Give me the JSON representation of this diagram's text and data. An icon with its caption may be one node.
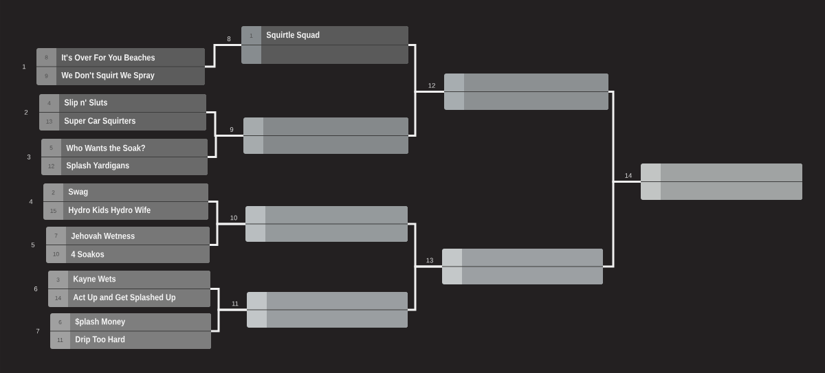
{
  "diagram": {
    "nodes": [
      {
        "text": [
          "8",
          "It's Over For You Beaches",
          "9",
          "We Don't Squirt We Spray"
        ],
        "beside": [
          "1"
        ]
      },
      {
        "text": [
          "4",
          "Slip n' Sluts",
          "13",
          "Super Car Squirters"
        ],
        "beside": [
          "2"
        ]
      },
      {
        "text": [
          "5",
          "Who Wants the Soak?",
          "12",
          "Splash Yardigans"
        ],
        "beside": [
          "3"
        ]
      },
      {
        "text": [
          "2",
          "Swag",
          "15",
          "Hydro Kids Hydro Wife"
        ],
        "beside": [
          "4"
        ]
      },
      {
        "text": [
          "7",
          "Jehovah Wetness",
          "10",
          "4 Soakos"
        ],
        "beside": [
          "5"
        ]
      },
      {
        "text": [
          "3",
          "Kayne Wets",
          "14",
          "Act Up and Get Splashed Up"
        ],
        "beside": [
          "6"
        ]
      },
      {
        "text": [
          "6",
          "$plash Money",
          "11",
          "Drip Too Hard"
        ],
        "beside": [
          "7"
        ]
      },
      {
        "text": [
          "1",
          "Squirtle Squad"
        ],
        "beside": [
          "8"
        ]
      },
      {
        "text": [],
        "shape": "box",
        "beside": [
          "9"
        ]
      },
      {
        "text": [],
        "shape": "box",
        "beside": [
          "10"
        ]
      },
      {
        "text": [],
        "shape": "box",
        "beside": [
          "11"
        ]
      },
      {
        "text": [],
        "shape": "box",
        "beside": [
          "12"
        ]
      },
      {
        "text": [],
        "shape": "box",
        "beside": [
          "13"
        ]
      },
      {
        "text": [],
        "shape": "box",
        "beside": [
          "14"
        ]
      }
    ],
    "edges": [
      {
        "from": 0,
        "to": 7,
        "arrow": "none"
      },
      {
        "from": 1,
        "to": 8,
        "arrow": "none"
      },
      {
        "from": 2,
        "to": 8,
        "arrow": "none"
      },
      {
        "from": 3,
        "to": 9,
        "arrow": "none"
      },
      {
        "from": 4,
        "to": 9,
        "arrow": "none"
      },
      {
        "from": 5,
        "to": 10,
        "arrow": "none"
      },
      {
        "from": 6,
        "to": 10,
        "arrow": "none"
      },
      {
        "from": 7,
        "to": 11,
        "arrow": "none"
      },
      {
        "from": 8,
        "to": 11,
        "arrow": "none"
      },
      {
        "from": 9,
        "to": 12,
        "arrow": "none"
      },
      {
        "from": 10,
        "to": 12,
        "arrow": "none"
      },
      {
        "from": 11,
        "to": 13,
        "arrow": "none"
      },
      {
        "from": 12,
        "to": 13,
        "arrow": "none"
      }
    ]
  }
}
